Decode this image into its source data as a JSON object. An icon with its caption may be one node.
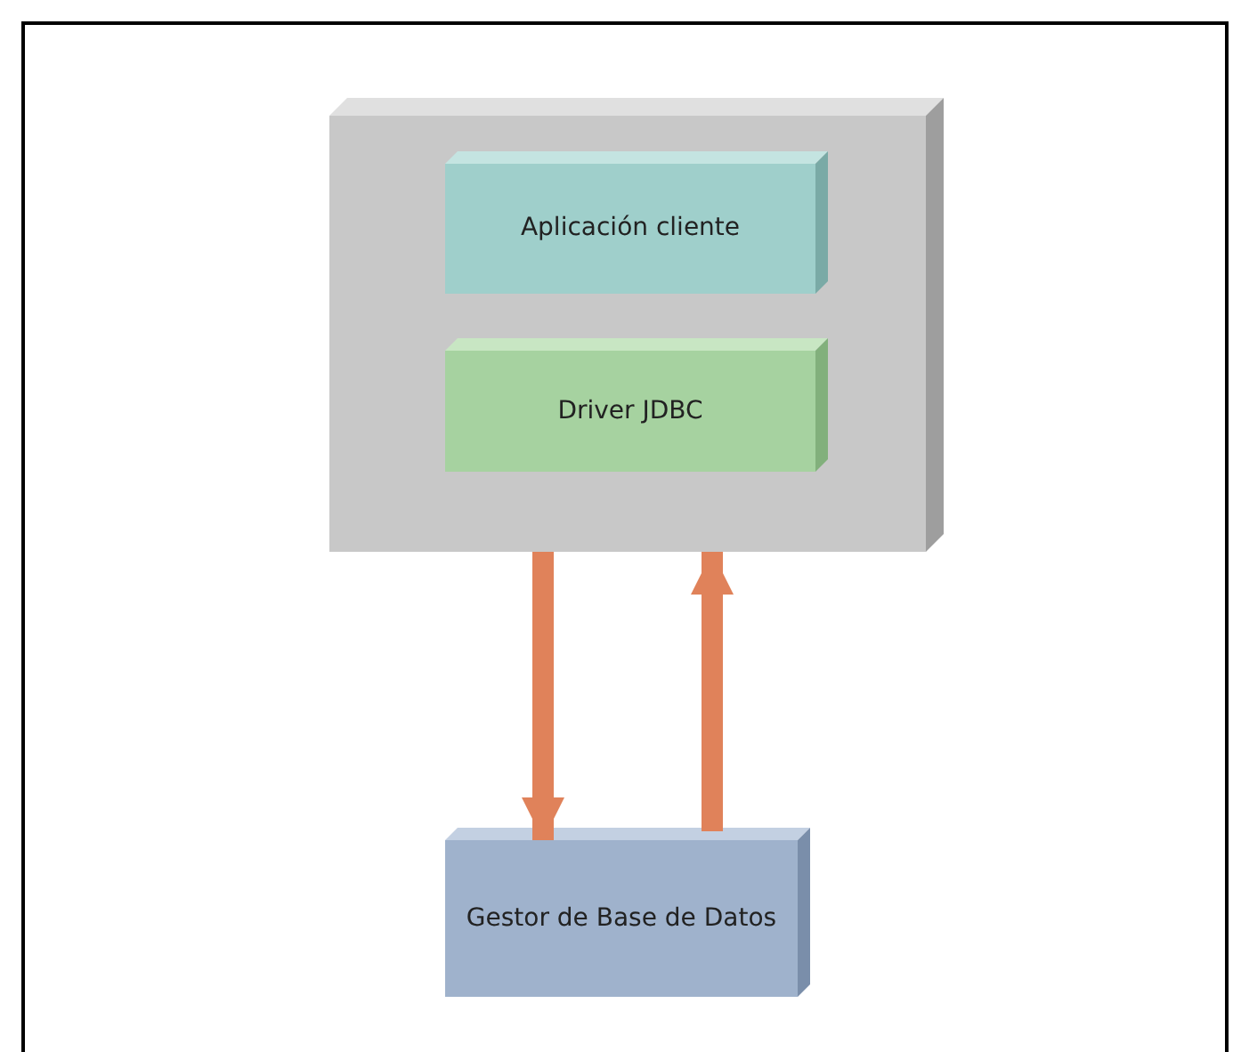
{
  "diagram": {
    "nodes": [
      {
        "text": [],
        "shape": "box"
      },
      {
        "text": [
          "Aplicación cliente"
        ],
        "in": 0
      },
      {
        "text": [
          "Driver JDBC"
        ],
        "in": 0
      },
      {
        "text": [
          "Gestor de Base de Datos"
        ]
      }
    ],
    "edges": [
      {
        "from": 0,
        "to": 3,
        "arrow": "to"
      },
      {
        "from": 3,
        "to": 0,
        "arrow": "to"
      }
    ]
  }
}
